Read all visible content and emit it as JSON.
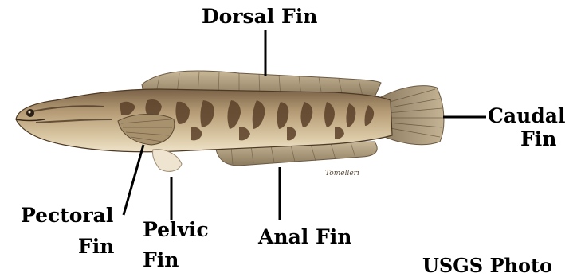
{
  "labels": {
    "dorsal": "Dorsal Fin",
    "caudal_line1": "Caudal",
    "caudal_line2": "Fin",
    "pectoral_line1": "Pectoral",
    "pectoral_line2": "Fin",
    "pelvic_line1": "Pelvic",
    "pelvic_line2": "Fin",
    "anal": "Anal Fin"
  },
  "credit": "USGS Photo",
  "illustration": {
    "subject": "snakehead fish side view",
    "signature": "Tomelleri"
  },
  "colors": {
    "body": "#b49a74",
    "belly": "#e6d7b8",
    "blotch": "#5a4028",
    "fin": "#9a8a6e",
    "fin_ray": "#6b5a44",
    "line": "#000000"
  }
}
